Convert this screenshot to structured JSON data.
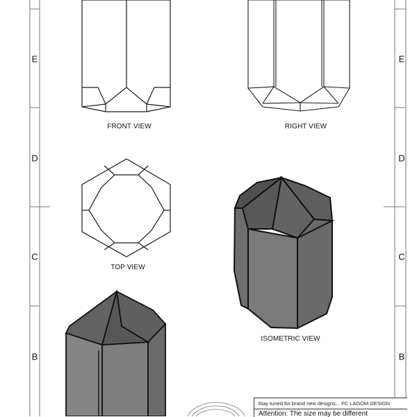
{
  "views": {
    "front": "FRONT VIEW",
    "right": "RIGHT VIEW",
    "top": "TOP VIEW",
    "isometric": "ISOMETRIC VIEW"
  },
  "zones": {
    "left": [
      "E",
      "D",
      "C",
      "B"
    ],
    "right": [
      "E",
      "D",
      "C",
      "B"
    ]
  },
  "title_block": {
    "line1": "Stay tuned for brand new designs... FC LAGOM DESIGN",
    "line2": "Attention: The size may be different"
  },
  "colors": {
    "line": "#1a1a1a",
    "crystal_face_dark": "#5a5a5a",
    "crystal_face_mid": "#777777",
    "crystal_face_light": "#8a8a8a"
  }
}
